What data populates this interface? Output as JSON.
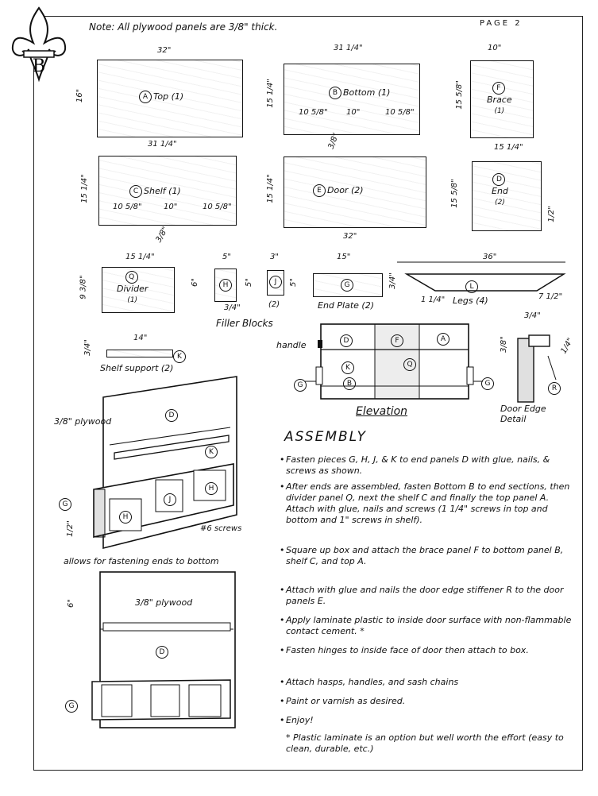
{
  "header": {
    "note": "Note: All plywood panels are 3/8\" thick.",
    "page": "PAGE 2",
    "emblem_text": "B"
  },
  "parts": {
    "top": {
      "letter": "A",
      "name": "Top (1)",
      "w": "32\"",
      "h": "16\""
    },
    "bottom": {
      "letter": "B",
      "name": "Bottom (1)",
      "w": "31 1/4\"",
      "h": "15 1/4\"",
      "d1": "10 5/8\"",
      "d2": "10\"",
      "d3": "10 5/8\"",
      "notch": "3/8\""
    },
    "brace": {
      "letter": "F",
      "name": "Brace",
      "qty": "(1)",
      "w": "10\"",
      "h": "15 5/8\""
    },
    "shelf": {
      "letter": "C",
      "name": "Shelf (1)",
      "w": "31 1/4\"",
      "h": "15 1/4\"",
      "d1": "10 5/8\"",
      "d2": "10\"",
      "d3": "10 5/8\"",
      "notch": "3/8\""
    },
    "door": {
      "letter": "E",
      "name": "Door (2)",
      "w": "32\"",
      "h": "15 1/4\""
    },
    "end": {
      "letter": "D",
      "name": "End",
      "qty": "(2)",
      "w": "15 1/4\"",
      "h": "15 5/8\"",
      "d": "1/2\""
    },
    "divider": {
      "letter": "Q",
      "name": "Divider",
      "qty": "(1)",
      "w": "15 1/4\"",
      "h": "9 3/8\""
    },
    "fillerH": {
      "letter": "H",
      "w": "5\"",
      "h": "6\"",
      "d": "3/4\""
    },
    "fillerJ": {
      "letter": "J",
      "w": "3\"",
      "h": "5\"",
      "qty": "(2)"
    },
    "filler_caption": "Filler Blocks",
    "endplate": {
      "letter": "G",
      "name": "End Plate (2)",
      "w": "15\"",
      "h": "5\""
    },
    "legs": {
      "letter": "L",
      "name": "Legs (4)",
      "w": "36\"",
      "h": "3/4\"",
      "d1": "1 1/4\"",
      "d2": "7 1/2\""
    },
    "shelfsupport": {
      "letter": "K",
      "name": "Shelf support (2)",
      "w": "14\"",
      "h": "3/4\""
    }
  },
  "elevation": {
    "caption": "Elevation",
    "handle": "handle",
    "labels": [
      "D",
      "F",
      "A",
      "K",
      "Q",
      "G",
      "B",
      "G"
    ]
  },
  "detail": {
    "caption": "Door Edge Detail",
    "letter": "R",
    "d1": "3/4\"",
    "d2": "3/8\"",
    "d3": "1/4\""
  },
  "figure1": {
    "plywood": "3/8\" plywood",
    "labels": {
      "d": "D",
      "k": "K",
      "g": "G",
      "h": "H",
      "j": "J"
    },
    "screws": "#6 screws",
    "half": "1/2\"",
    "note": "allows for fastening ends to bottom"
  },
  "figure2": {
    "plywood": "3/8\" plywood",
    "labels": {
      "d": "D",
      "g": "G"
    },
    "six": "6\""
  },
  "assembly": {
    "title": "ASSEMBLY",
    "items": [
      "Fasten pieces G, H, J, & K to end panels D with glue, nails, & screws as shown.",
      "After ends are assembled, fasten Bottom B to end sections, then divider panel Q, next the shelf C and finally the top panel A. Attach with glue, nails and screws (1 1/4\" screws in top and bottom and 1\" screws in shelf).",
      "Square up box and attach the brace panel F to bottom panel B, shelf C, and top A.",
      "Attach with glue and nails the door edge stiffener R to the door panels E.",
      "Apply laminate plastic to inside door surface with non-flammable contact cement. *",
      "Fasten hinges to inside face of door then attach to box.",
      "Attach hasps, handles, and sash chains",
      "Paint or varnish as desired.",
      "Enjoy!"
    ],
    "footnote": "* Plastic laminate is an option but well worth the effort (easy to clean, durable, etc.)"
  }
}
